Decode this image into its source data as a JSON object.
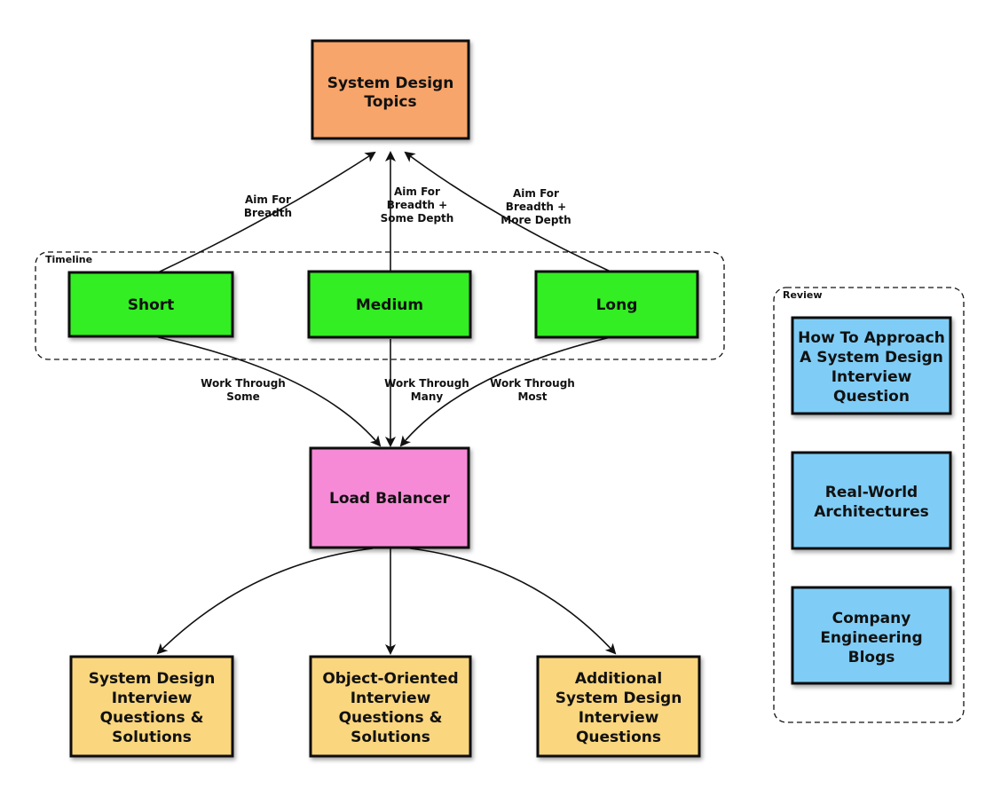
{
  "colors": {
    "topics": "#f7a56a",
    "timeline": "#33ee22",
    "center": "#f78ad6",
    "resources": "#fad67e",
    "review": "#7fcdf6",
    "line": "#111111"
  },
  "groups": {
    "timeline": "Timeline",
    "review": "Review"
  },
  "nodes": {
    "topics": [
      "System Design",
      "Topics"
    ],
    "short": [
      "Short"
    ],
    "medium": [
      "Medium"
    ],
    "long": [
      "Long"
    ],
    "center": [
      "Load Balancer"
    ],
    "sd_questions": [
      "System Design",
      "Interview",
      "Questions &",
      "Solutions"
    ],
    "oo_questions": [
      "Object-Oriented",
      "Interview",
      "Questions &",
      "Solutions"
    ],
    "additional": [
      "Additional",
      "System Design",
      "Interview",
      "Questions"
    ],
    "approach": [
      "How To Approach",
      "A System Design",
      "Interview",
      "Question"
    ],
    "architectures": [
      "Real-World",
      "Architectures"
    ],
    "blogs": [
      "Company",
      "Engineering",
      "Blogs"
    ]
  },
  "edges": {
    "short_up": [
      "Aim For",
      "Breadth"
    ],
    "medium_up": [
      "Aim For",
      "Breadth +",
      "Some Depth"
    ],
    "long_up": [
      "Aim For",
      "Breadth +",
      "More Depth"
    ],
    "short_down": [
      "Work Through",
      "Some"
    ],
    "medium_down": [
      "Work Through",
      "Many"
    ],
    "long_down": [
      "Work Through",
      "Most"
    ]
  }
}
